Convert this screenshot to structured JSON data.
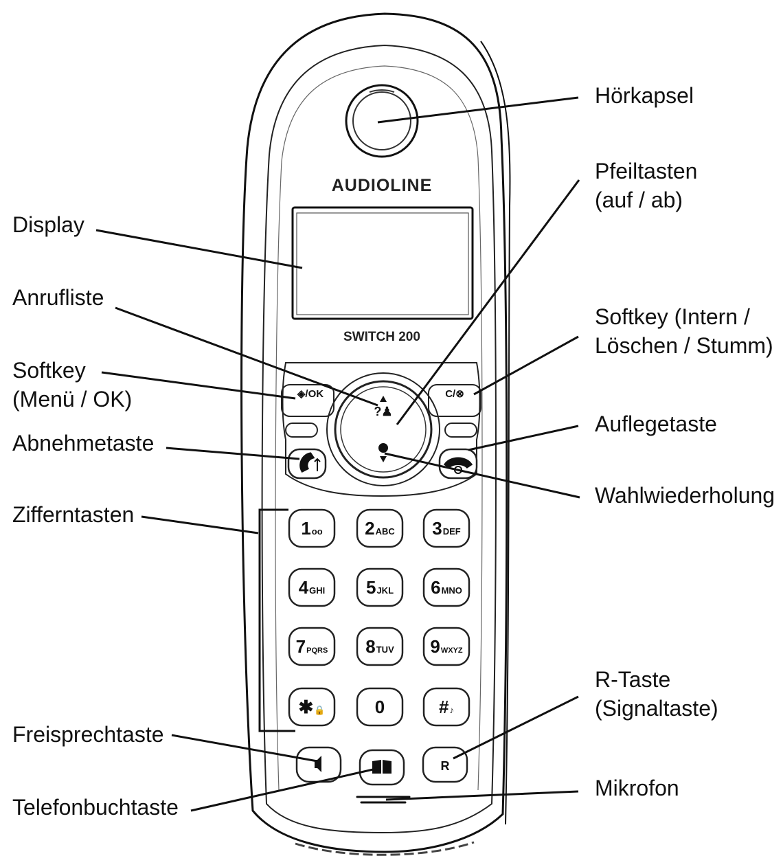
{
  "device": {
    "brand": "AUDIOLINE",
    "model": "SWITCH 200",
    "menu_ok_key": "◈/OK",
    "clear_key": "C/⊗",
    "redial_key": "R",
    "keys": [
      {
        "digit": "1",
        "sub": "oo"
      },
      {
        "digit": "2",
        "sub": "ABC"
      },
      {
        "digit": "3",
        "sub": "DEF"
      },
      {
        "digit": "4",
        "sub": "GHI"
      },
      {
        "digit": "5",
        "sub": "JKL"
      },
      {
        "digit": "6",
        "sub": "MNO"
      },
      {
        "digit": "7",
        "sub": "PQRS"
      },
      {
        "digit": "8",
        "sub": "TUV"
      },
      {
        "digit": "9",
        "sub": "WXYZ"
      },
      {
        "digit": "✱",
        "sub": "🔒"
      },
      {
        "digit": "0",
        "sub": ""
      },
      {
        "digit": "#",
        "sub": "♪"
      }
    ]
  },
  "labels": {
    "hoerkapsel": "Hörkapsel",
    "pfeiltasten_1": "Pfeiltasten",
    "pfeiltasten_2": "(auf / ab)",
    "display": "Display",
    "anrufliste": "Anrufliste",
    "softkey_right_1": "Softkey (Intern /",
    "softkey_right_2": "Löschen / Stumm)",
    "softkey_left_1": "Softkey",
    "softkey_left_2": "(Menü / OK)",
    "auflegetaste": "Auflegetaste",
    "abnehmetaste": "Abnehmetaste",
    "wahlwiederholung": "Wahlwiederholung",
    "zifferntasten": "Zifferntasten",
    "r_taste_1": "R-Taste",
    "r_taste_2": "(Signaltaste)",
    "freisprechtaste": "Freisprechtaste",
    "mikrofon": "Mikrofon",
    "telefonbuchtaste": "Telefonbuchtaste"
  }
}
